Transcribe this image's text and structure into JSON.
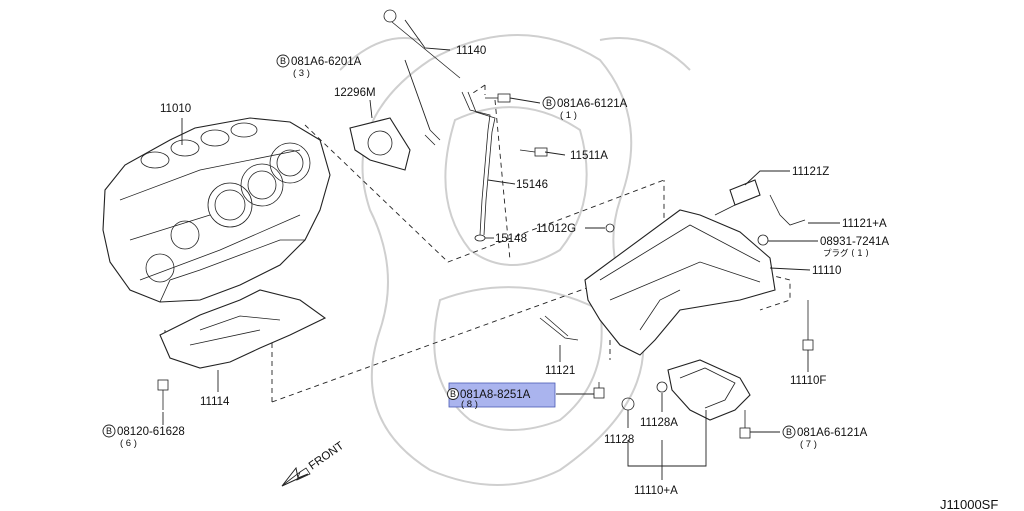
{
  "diagram": {
    "code": "J11000SF",
    "front_label": "FRONT",
    "bolt_prefix": "B",
    "callouts": [
      {
        "id": "11140",
        "part": "11140"
      },
      {
        "id": "081A6-6201A",
        "part": "081A6-6201A",
        "qty": "( 3 )"
      },
      {
        "id": "12296M",
        "part": "12296M"
      },
      {
        "id": "11010",
        "part": "11010"
      },
      {
        "id": "081A6-6121A-top",
        "part": "081A6-6121A",
        "qty": "( 1 )"
      },
      {
        "id": "11511A",
        "part": "11511A"
      },
      {
        "id": "15146",
        "part": "15146"
      },
      {
        "id": "15148",
        "part": "15148"
      },
      {
        "id": "11012G",
        "part": "11012G"
      },
      {
        "id": "11121Z",
        "part": "11121Z"
      },
      {
        "id": "11121+A",
        "part": "11121+A"
      },
      {
        "id": "08931-7241A",
        "part": "08931-7241A",
        "note": "プラグ ( 1 )"
      },
      {
        "id": "11110",
        "part": "11110"
      },
      {
        "id": "11121",
        "part": "11121"
      },
      {
        "id": "081A8-8251A",
        "part": "081A8-8251A",
        "qty": "( 8 )",
        "highlighted": true
      },
      {
        "id": "11114",
        "part": "11114"
      },
      {
        "id": "08120-61628",
        "part": "08120-61628",
        "qty": "( 6 )"
      },
      {
        "id": "11110F",
        "part": "11110F"
      },
      {
        "id": "11128A",
        "part": "11128A"
      },
      {
        "id": "11128",
        "part": "11128"
      },
      {
        "id": "081A6-6121A-bottom",
        "part": "081A6-6121A",
        "qty": "( 7 )"
      },
      {
        "id": "11110+A",
        "part": "11110+A"
      }
    ],
    "colors": {
      "line": "#222222",
      "highlight": "#aab4ee",
      "watermark": "#cfcfcf"
    }
  }
}
